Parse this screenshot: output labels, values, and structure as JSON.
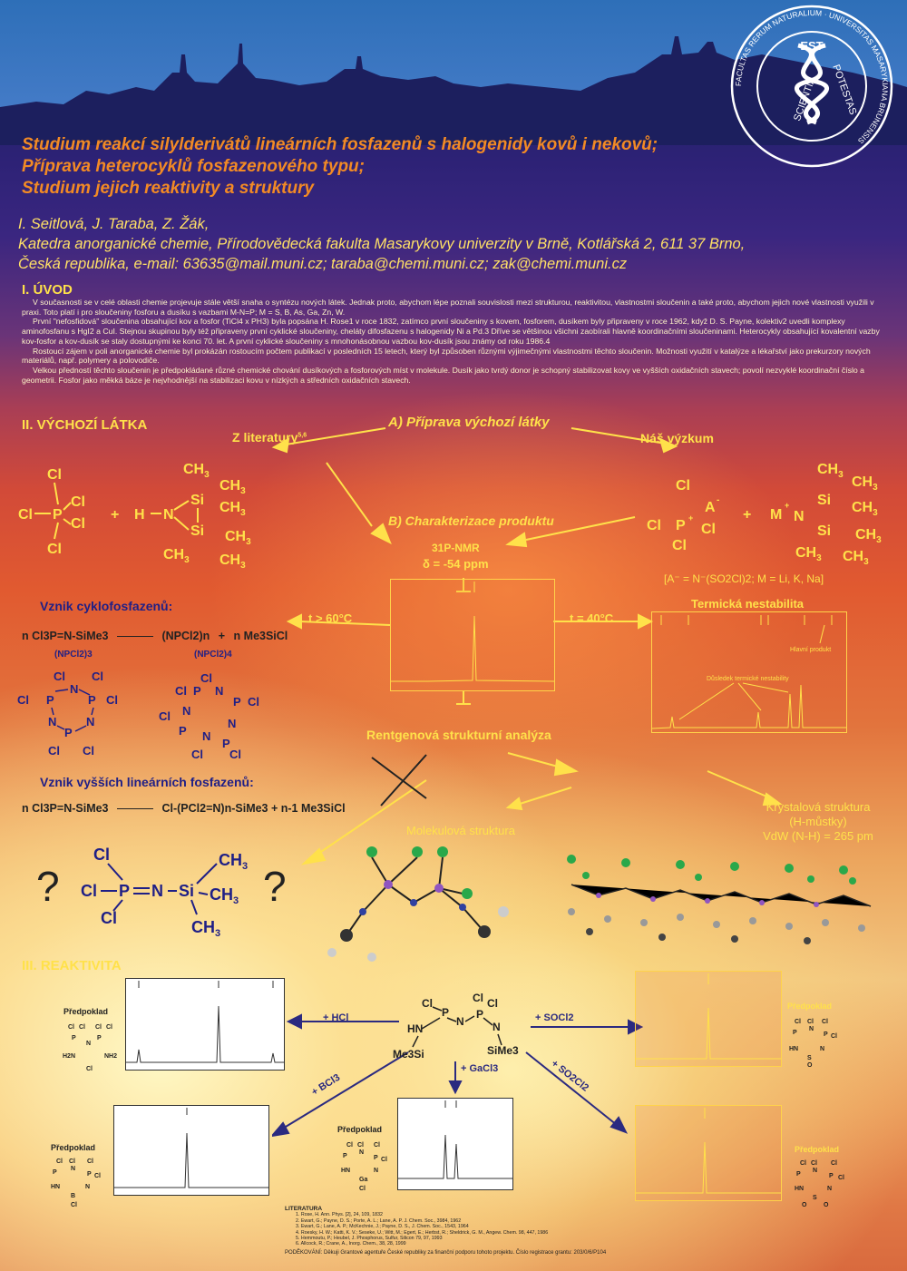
{
  "header": {
    "title_lines": [
      "Studium reakcí silylderivátů lineárních fosfazenů s halogenidy kovů i nekovů;",
      "Příprava heterocyklů fosfazenového typu;",
      "Studium jejich reaktivity a struktury"
    ],
    "authors": "I. Seitlová, J. Taraba, Z. Žák,",
    "affiliation_line1": "Katedra anorganické chemie, Přírodovědecká fakulta Masarykovy univerzity v Brně, Kotlářská 2, 611 37 Brno,",
    "affiliation_line2": "Česká republika, e-mail: 63635@mail.muni.cz; taraba@chemi.muni.cz; zak@chemi.muni.cz",
    "seal_text": "FACULTAS RERUM NATURALIUM · UNIVERSITAS MASARYKIANA BRUNENSIS",
    "seal_est": "EST",
    "seal_scientia": "SCIENTIA",
    "seal_potestas": "POTESTAS"
  },
  "intro": {
    "heading": "I. ÚVOD",
    "p1": "V současnosti se v celé oblasti chemie projevuje stále větší snaha o syntézu nových látek. Jednak proto, abychom lépe poznali souvislosti mezi strukturou, reaktivitou, vlastnostmi sloučenin a také proto, abychom jejich nové vlastnosti využili v praxi. Toto platí i pro sloučeniny fosforu a dusíku s vazbami M-N=P; M = S, B, As, Ga, Zn, W.",
    "p2": "První \"nefosfidová\" sloučenina obsahující kov a fosfor (TiCl4 x PH3) byla popsána H. Rose1 v roce 1832, zatímco první sloučeniny s kovem, fosforem, dusíkem byly připraveny v roce 1962, když D. S. Payne, kolektiv2 uvedli komplexy aminofosfanu s HgI2 a CuI. Stejnou skupinou byly též připraveny první cyklické sloučeniny, cheláty difosfazenu s halogenidy Ni a Pd.3 Dříve se většinou všichni zaobírali hlavně koordinačními sloučeninami. Heterocykly obsahující kovalentní vazby kov-fosfor a kov-dusík se staly dostupnými ke konci 70. let. A první cyklické sloučeniny s mnohonásobnou vazbou kov-dusík jsou známy od roku 1986.4",
    "p3": "Rostoucí zájem v poli anorganické chemie byl prokázán rostoucím počtem publikací v posledních 15 letech, který byl způsoben různými výjimečnými vlastnostmi těchto sloučenin. Možnosti využití v katalýze a lékařství jako prekurzory nových materiálů, např. polymery a polovodiče.",
    "p4": "Velkou předností těchto sloučenin je předpokládané různé chemické chování dusíkových a fosforových míst v molekule. Dusík jako tvrdý donor je schopný stabilizovat kovy ve vyšších oxidačních stavech; povolí nezvyklé koordinační číslo a geometrii. Fosfor jako měkká báze je nejvhodnější na stabilizaci kovu v nízkých a středních oxidačních stavech."
  },
  "section2": {
    "heading": "II. VÝCHOZÍ LÁTKA",
    "prep_title": "A) Příprava výchozí látky",
    "lit_label": "Z literatury",
    "lit_sup": "5,6",
    "our_label": "Náš výzkum",
    "char_title": "B) Charakterizace produktu",
    "nmr_label": "31P-NMR",
    "delta": "δ = -54 ppm",
    "anion_note": "[A⁻ = N⁻(SO2Cl)2; M = Li, K, Na]",
    "t_high": "t > 60°C",
    "t_low": "t = 40°C",
    "thermal": "Termická nestabilita",
    "main_product": "Hlavní produkt",
    "consequence": "Důsledek termické nestability",
    "xray": "Rentgenová strukturní analýza",
    "cyclo_title": "Vznik cyklofosfazenů:",
    "cyclo_eq_left": "n Cl3P=N-SiMe3",
    "cyclo_eq_prod": "(NPCl2)n",
    "cyclo_eq_plus": "+",
    "cyclo_eq_byprod": "n Me3SiCl",
    "trimer": "(NPCl2)3",
    "tetramer": "(NPCl2)4",
    "linear_title": "Vznik vyšších lineárních fosfazenů:",
    "linear_eq_left": "n Cl3P=N-SiMe3",
    "linear_eq_right": "Cl-(PCl2=N)n-SiMe3 + n-1 Me3SiCl",
    "mol_struct": "Molekulová struktura",
    "cryst_struct": "Krystalová struktura",
    "h_bridges": "(H-můstky)",
    "vdw": "VdW (N-H) = 265 pm",
    "question": "?",
    "plus": "+"
  },
  "section3": {
    "heading": "III. REAKTIVITA",
    "hcl": "+ HCl",
    "socl2": "+ SOCl2",
    "bcl3": "+ BCl3",
    "gacl3": "+ GaCl3",
    "so2cl2": "+ SO2Cl2",
    "predpoklad": "Předpoklad"
  },
  "references": {
    "heading": "LITERATURA",
    "items": [
      "1. Rose, H. Ann. Phys. [2], 24, 109, 1832",
      "2. Ewart, G.; Payne, D. S.; Porte, A. L.; Lane, A. P. J. Chem. Soc., 3984, 1962",
      "3. Ewart, G.; Lane, A. P.; McKechnie, J.; Payne, D. S., J. Chem. Soc., 1543, 1964",
      "4. Roesky, H. W.; Katti, K. V.; Seseke, U.; Witt, M.; Egert, E.; Herbst, R.; Sheldrick, G. M., Angew. Chem. 98, 447, 1986",
      "5. Hemmoutu, P.; Heubel, J. Phosphorus, Sulfur, Silicon 79, 97, 1993",
      "6. Allcock, R.; Crane, A., Inorg. Chem., 38, 28, 1999"
    ],
    "ack": "PODĚKOVÁNÍ: Děkuji Grantové agentuře České republiky za finanční podporu tohoto projektu. Číslo registrace grantu: 203/0/6/P104"
  }
}
